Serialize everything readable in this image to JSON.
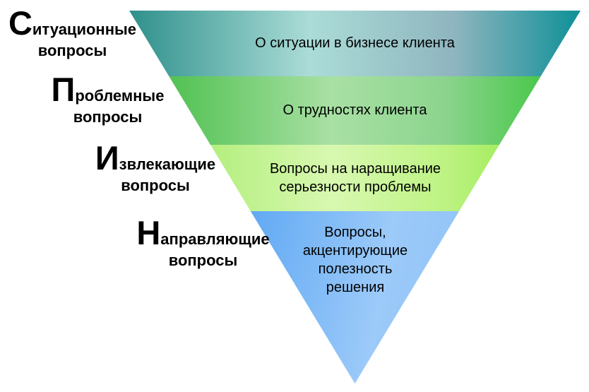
{
  "labels": [
    {
      "cap": "С",
      "rest": "итуационные",
      "line2": "вопросы"
    },
    {
      "cap": "П",
      "rest": "роблемные",
      "line2": "вопросы"
    },
    {
      "cap": "И",
      "rest": "звлекающие",
      "line2": "вопросы"
    },
    {
      "cap": "Н",
      "rest": "аправляющие",
      "line2": "вопросы"
    }
  ],
  "bands": [
    {
      "name": "situational",
      "text": "О ситуации в бизнесе клиента"
    },
    {
      "name": "problem",
      "text": "О трудностях клиента"
    },
    {
      "name": "implication",
      "text": "Вопросы на наращивание серьезности проблемы"
    },
    {
      "name": "need-payoff",
      "text": "Вопросы, акцентирующие полезность решения"
    }
  ],
  "palette": {
    "background": "#FFFFFF",
    "text": "#000000",
    "situational_left": "#2F908C",
    "situational_center": "#ABDCD7",
    "situational_right": "#0E9097",
    "problem_left": "#3CBA3E",
    "problem_center": "#A9E0A4",
    "problem_right": "#2EC32F",
    "implication_left": "#9CE95E",
    "implication_center": "#D8F8B0",
    "implication_right": "#83E431",
    "need_payoff_left": "#2F8DEF",
    "need_payoff_center": "#9CCAF9",
    "need_payoff_right": "#7FBAF4"
  }
}
